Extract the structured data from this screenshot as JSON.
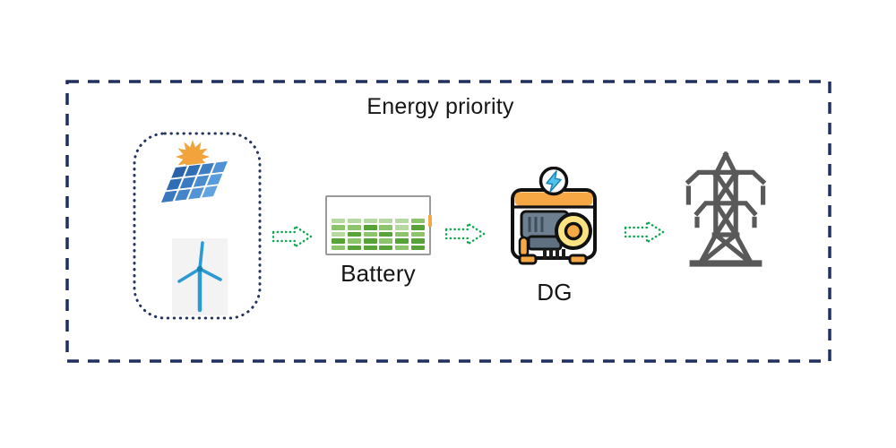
{
  "title": "Energy priority",
  "diagram": {
    "description_flow": [
      "renewables",
      "battery",
      "dg",
      "grid_tower"
    ],
    "arrow_style": "green-dotted-block-arrow",
    "arrow_count": 3
  },
  "nodes": {
    "renewables": {
      "icons": [
        "solar-panel-sun-icon",
        "wind-turbine-icon"
      ]
    },
    "battery": {
      "label": "Battery",
      "icon": "battery-charge-bars-icon",
      "charge_bars": {
        "columns": [
          [
            "light",
            "medium",
            "light",
            "dark",
            "medium"
          ],
          [
            "light",
            "medium",
            "dark",
            "medium",
            "dark"
          ],
          [
            "light",
            "dark",
            "medium",
            "dark",
            "dark"
          ],
          [
            "light",
            "medium",
            "dark",
            "medium",
            "dark"
          ],
          [
            "light",
            "light",
            "medium",
            "dark",
            "medium"
          ],
          [
            "medium",
            "dark",
            "medium",
            "dark",
            "dark"
          ]
        ],
        "shades": {
          "light": "#B5D9A0",
          "medium": "#8CC46C",
          "dark": "#58A337"
        }
      }
    },
    "dg": {
      "label": "DG",
      "icon": "diesel-generator-icon"
    },
    "grid_tower": {
      "icon": "transmission-tower-icon"
    }
  },
  "colors": {
    "outer_dashed_border": "#1F3060",
    "inner_dotted_border": "#26355E",
    "arrow_green": "#0FA64F",
    "text": "#161616",
    "tower_gray": "#595959",
    "sun_orange": "#F2A33C",
    "panel_blue": "#3B78C3",
    "turbine_blue": "#2D9AD2",
    "dg_orange": "#F5A843",
    "dg_yellow": "#FBE282",
    "dg_slate": "#6E8090",
    "bolt_cyan": "#4FC3E8"
  }
}
